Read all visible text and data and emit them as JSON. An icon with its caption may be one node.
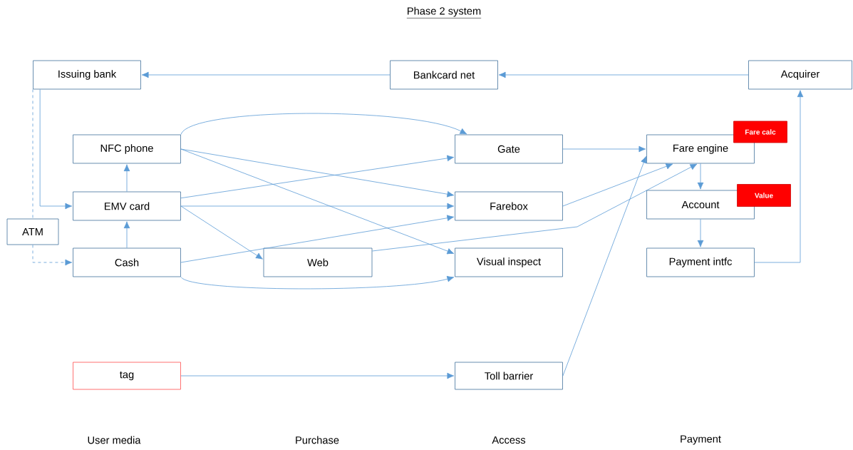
{
  "diagram": {
    "title": "Phase 2 system",
    "nodes": [
      {
        "text": [
          "Issuing bank"
        ]
      },
      {
        "text": [
          "Bankcard net"
        ]
      },
      {
        "text": [
          "Acquirer"
        ]
      },
      {
        "text": [
          "NFC phone"
        ]
      },
      {
        "text": [
          "Gate"
        ]
      },
      {
        "text": [
          "Fare engine"
        ]
      },
      {
        "text": [
          "Fare calc"
        ]
      },
      {
        "text": [
          "EMV card"
        ]
      },
      {
        "text": [
          "Farebox"
        ]
      },
      {
        "text": [
          "Account"
        ]
      },
      {
        "text": [
          "Value"
        ]
      },
      {
        "text": [
          "ATM"
        ]
      },
      {
        "text": [
          "Cash"
        ]
      },
      {
        "text": [
          "Web"
        ]
      },
      {
        "text": [
          "Visual inspect"
        ]
      },
      {
        "text": [
          "Payment intfc"
        ]
      },
      {
        "text": [
          "tag"
        ]
      },
      {
        "text": [
          "Toll barrier"
        ]
      }
    ],
    "edges": [
      {
        "from": 2,
        "to": 1,
        "arrow": "to"
      },
      {
        "from": 1,
        "to": 0,
        "arrow": "to"
      },
      {
        "from": 0,
        "to": 7,
        "arrow": "to"
      },
      {
        "from": 0,
        "to": 11,
        "arrow": "none",
        "style": "dashed"
      },
      {
        "from": 11,
        "to": 12,
        "arrow": "to",
        "style": "dashed"
      },
      {
        "from": 7,
        "to": 3,
        "arrow": "to"
      },
      {
        "from": 12,
        "to": 7,
        "arrow": "to"
      },
      {
        "from": 3,
        "to": 4,
        "arrow": "to"
      },
      {
        "from": 3,
        "to": 8,
        "arrow": "to"
      },
      {
        "from": 3,
        "to": 14,
        "arrow": "to"
      },
      {
        "from": 7,
        "to": 4,
        "arrow": "to"
      },
      {
        "from": 7,
        "to": 8,
        "arrow": "to"
      },
      {
        "from": 7,
        "to": 13,
        "arrow": "to"
      },
      {
        "from": 12,
        "to": 8,
        "arrow": "to"
      },
      {
        "from": 12,
        "to": 14,
        "arrow": "to"
      },
      {
        "from": 13,
        "to": 5,
        "arrow": "to"
      },
      {
        "from": 4,
        "to": 5,
        "arrow": "to"
      },
      {
        "from": 8,
        "to": 5,
        "arrow": "to"
      },
      {
        "from": 17,
        "to": 5,
        "arrow": "to"
      },
      {
        "from": 5,
        "to": 9,
        "arrow": "to"
      },
      {
        "from": 9,
        "to": 15,
        "arrow": "to"
      },
      {
        "from": 15,
        "to": 2,
        "arrow": "to"
      },
      {
        "from": 16,
        "to": 17,
        "arrow": "to"
      }
    ],
    "labels": [
      "User media",
      "Purchase",
      "Access",
      "Payment"
    ]
  }
}
